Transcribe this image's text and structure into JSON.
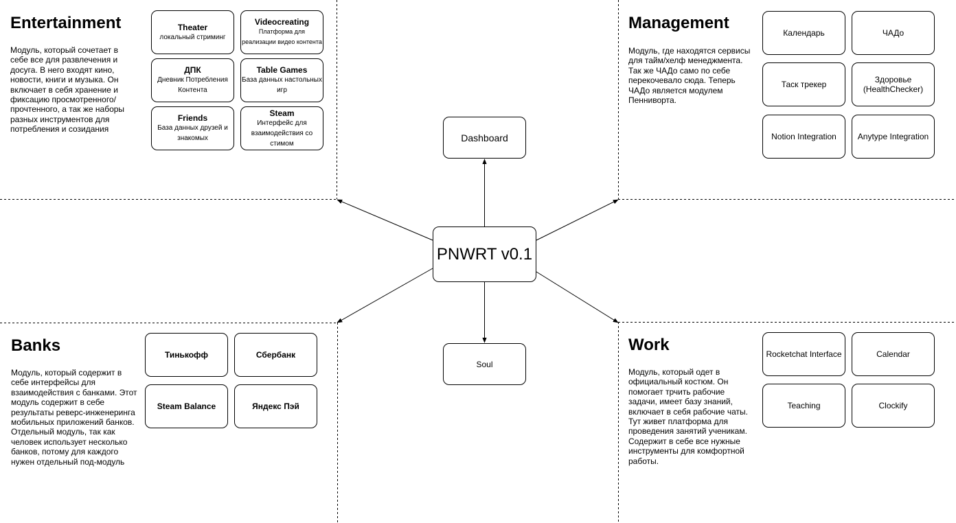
{
  "center": {
    "label": "PNWRT v0.1"
  },
  "dashboard": {
    "label": "Dashboard"
  },
  "soul": {
    "label": "Soul"
  },
  "entertainment": {
    "title": "Entertainment",
    "description": "Модуль, который сочетает в себе все для развлечения и досуга. В него входят кино, новости, книги и музыка. Он включает в себя хранение и фиксацию просмотренного/прочтенного, а так же наборы разных инструментов для потребления и созидания",
    "items": [
      {
        "title": "Theater",
        "subtitle": "локальный стриминг"
      },
      {
        "title": "Videocreating",
        "subtitle": "Платформа для реализации видео контента"
      },
      {
        "title": "ДПК",
        "subtitle": "Дневник Потребления Контента"
      },
      {
        "title": "Table Games",
        "subtitle": "База данных настольных игр"
      },
      {
        "title": "Friends",
        "subtitle": "База данных друзей и знакомых"
      },
      {
        "title": "Steam",
        "subtitle": "Интерфейс для взаимодействия со стимом"
      }
    ]
  },
  "management": {
    "title": "Management",
    "description": "Модуль, где находятся сервисы для тайм/хелф менеджмента. Так же ЧАДо само по себе перекочевало сюда. Теперь ЧАДо является модулем Пенниворта.",
    "items": [
      {
        "label": "Календарь"
      },
      {
        "label": "ЧАДо"
      },
      {
        "label": "Таск трекер"
      },
      {
        "label": "Здоровье (HealthChecker)"
      },
      {
        "label": "Notion Integration"
      },
      {
        "label": "Anytype Integration"
      }
    ]
  },
  "banks": {
    "title": "Banks",
    "description": "Модуль, который содержит в себе интерфейсы для взаимодействия с банками. Этот модуль содержит в себе результаты реверс-инженеринга мобильных приложений банков. Отдельный модуль, так как человек использует несколько банков, потому для каждого нужен отдельный под-модуль",
    "items": [
      {
        "label": "Тинькофф"
      },
      {
        "label": "Сбербанк"
      },
      {
        "label": "Steam Balance"
      },
      {
        "label": "Яндекс Пэй"
      }
    ]
  },
  "work": {
    "title": "Work",
    "description": "Модуль, который одет в официальный костюм. Он помогает трчить рабочие задачи, имеет базу знаний, включает в себя рабочие чаты. Тут живет платформа для проведения занятий ученикам. Содержит в себе все нужные инструменты для комфортной работы.",
    "items": [
      {
        "label": "Rocketchat Interface"
      },
      {
        "label": "Calendar"
      },
      {
        "label": "Teaching"
      },
      {
        "label": "Clockify"
      }
    ]
  }
}
